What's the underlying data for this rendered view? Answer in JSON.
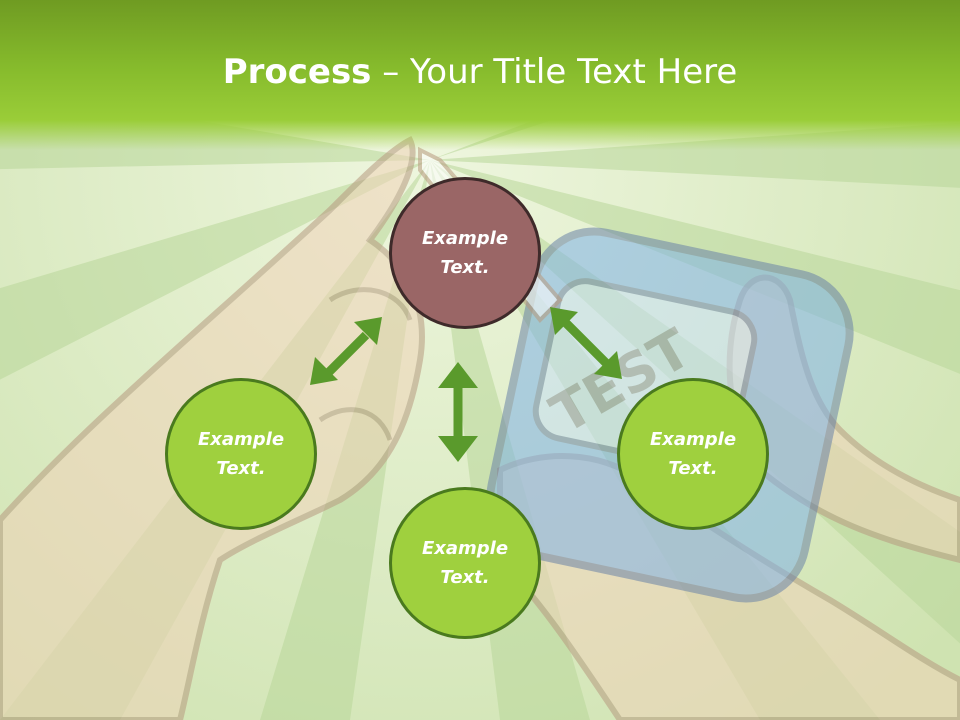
{
  "title": {
    "bold": "Process",
    "rest": " – Your Title Text Here"
  },
  "nodes": [
    {
      "line1": "Example",
      "line2": "Text."
    },
    {
      "line1": "Example",
      "line2": "Text."
    },
    {
      "line1": "Example",
      "line2": "Text."
    },
    {
      "line1": "Example",
      "line2": "Text."
    }
  ],
  "background_art": {
    "meter_label": "TEST"
  },
  "colors": {
    "header_green": "#86bb2c",
    "node_green": "#9fd03e",
    "node_brown": "#9a6666",
    "arrow_green": "#5a9a2c"
  }
}
